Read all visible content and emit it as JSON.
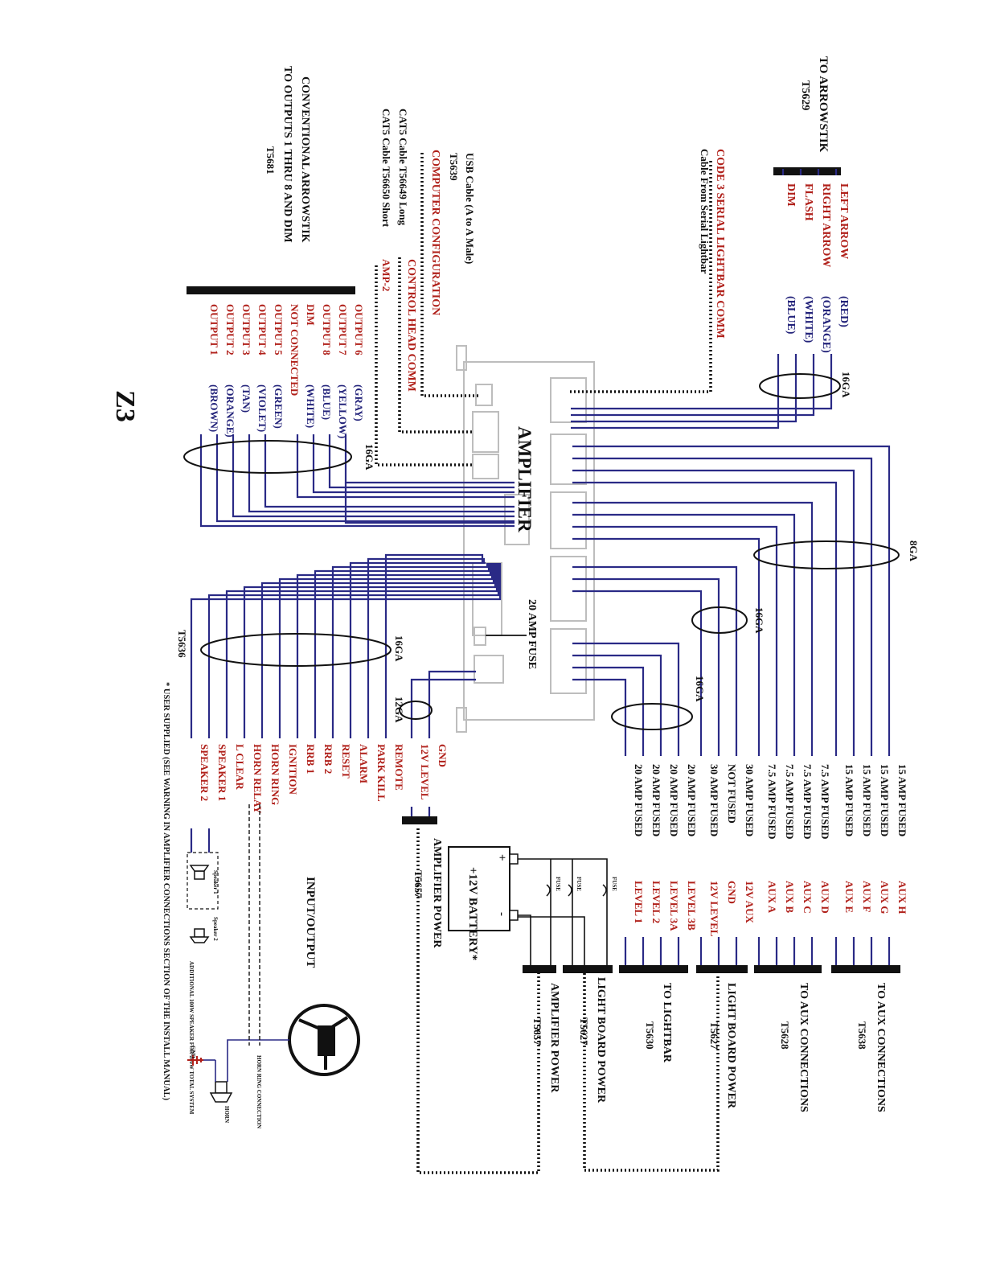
{
  "logo": {
    "text": "Z3"
  },
  "amplifier": {
    "label": "AMPLIFIER",
    "fuse_label": "20 AMP FUSE"
  },
  "gauges": {
    "g1": "16GA",
    "g2": "16GA",
    "g3": "8GA",
    "g4": "16GA",
    "g5": "16GA",
    "g6": "16GA",
    "g7": "12GA"
  },
  "arrowstik": {
    "title": "TO ARROWSTIK",
    "part": "T5629",
    "wires": [
      {
        "name": "LEFT ARROW",
        "color": "(RED)"
      },
      {
        "name": "RIGHT ARROW",
        "color": "(ORANGE)"
      },
      {
        "name": "FLASH",
        "color": "(WHITE)"
      },
      {
        "name": "DIM",
        "color": "(BLUE)"
      }
    ]
  },
  "serial": {
    "title": "CODE 3 SERIAL LIGHTBAR COMM",
    "sub": "Cable From Serial Lightbar"
  },
  "usb": {
    "title": "COMPUTER CONFIGURATION",
    "cable": "USB Cable (A to A Male)",
    "part": "T5639"
  },
  "control_head": {
    "title": "CONTROL HEAD COMM",
    "cable_long": "CAT5 Cable T56649 Long",
    "cable_short": "CAT5 Cable T56650 Short",
    "short_tag": "AMP-2"
  },
  "conventional": {
    "title": "CONVENTIONAL ARROWSTIK",
    "sub": "TO OUTPUTS 1 THRU 8 AND DIM",
    "part": "T5681",
    "wires": [
      {
        "name": "OUTPUT 6",
        "color": "(GRAY)"
      },
      {
        "name": "OUTPUT 7",
        "color": "(YELLOW)"
      },
      {
        "name": "OUTPUT 8",
        "color": "(BLUE)"
      },
      {
        "name": "DIM",
        "color": "(WHITE)"
      },
      {
        "name": "NOT CONNECTED",
        "color": ""
      },
      {
        "name": "OUTPUT 5",
        "color": "(GREEN)"
      },
      {
        "name": "OUTPUT 4",
        "color": "(VIOLET)"
      },
      {
        "name": "OUTPUT 3",
        "color": "(TAN)"
      },
      {
        "name": "OUTPUT 2",
        "color": "(ORANGE)"
      },
      {
        "name": "OUTPUT 1",
        "color": "(BROWN)"
      }
    ]
  },
  "aux_h": {
    "title": "TO AUX CONNECTIONS",
    "part": "T5638",
    "rows": [
      {
        "fuse": "15 AMP FUSED",
        "name": "AUX H"
      },
      {
        "fuse": "15 AMP FUSED",
        "name": "AUX G"
      },
      {
        "fuse": "15 AMP FUSED",
        "name": "AUX F"
      },
      {
        "fuse": "15 AMP FUSED",
        "name": "AUX E"
      }
    ]
  },
  "aux_d": {
    "title": "TO AUX CONNECTIONS",
    "part": "T5628",
    "rows": [
      {
        "fuse": "7.5 AMP FUSED",
        "name": "AUX D"
      },
      {
        "fuse": "7.5 AMP FUSED",
        "name": "AUX C"
      },
      {
        "fuse": "7.5 AMP FUSED",
        "name": "AUX B"
      },
      {
        "fuse": "7.5 AMP FUSED",
        "name": "AUX A"
      }
    ]
  },
  "light_board_1": {
    "title": "LIGHT BOARD POWER",
    "part": "T5627",
    "rows": [
      {
        "fuse": "30 AMP FUSED",
        "name": "12V AUX"
      },
      {
        "fuse": "NOT FUSED",
        "name": "GND"
      },
      {
        "fuse": "30 AMP FUSED",
        "name": "12V LEVEL"
      }
    ]
  },
  "lightbar": {
    "title": "TO LIGHTBAR",
    "part": "T5630",
    "rows": [
      {
        "fuse": "20 AMP FUSED",
        "name": "LEVEL 3B"
      },
      {
        "fuse": "20 AMP FUSED",
        "name": "LEVEL 3A"
      },
      {
        "fuse": "20 AMP FUSED",
        "name": "LEVEL 2"
      },
      {
        "fuse": "20 AMP FUSED",
        "name": "LEVEL 1"
      }
    ]
  },
  "light_board_2": {
    "title": "LIGHT BOARD POWER",
    "part": "T5627"
  },
  "amp_power_bottom": {
    "title": "AMPLIFIER POWER",
    "part": "T5657"
  },
  "battery": {
    "label": "+12V BATTERY*",
    "plus": "+",
    "minus": "-",
    "fuse": "FUSE"
  },
  "amp_power": {
    "title": "AMPLIFIER POWER",
    "part": "T5657",
    "wires": [
      "GND",
      "12V LEVEL"
    ]
  },
  "io": {
    "title": "INPUT/OUTPUT",
    "part": "T5636",
    "wires": [
      "REMOTE",
      "PARK KILL",
      "ALARM",
      "RESET",
      "RRB 2",
      "RRB 1",
      "IGNITION",
      "HORN RING",
      "HORN RELAY",
      "L CLEAR",
      "SPEAKER 1",
      "SPEAKER 2"
    ]
  },
  "speakers": {
    "s1": "Speaker 1",
    "s2": "Speaker 2",
    "note": "ADDITIONAL 100W SPEAKER FOR 200W TOTAL SYSTEM"
  },
  "horn": {
    "relay": "HORN",
    "connector": "HORN RING CONNECTION",
    "gnd": "GND"
  },
  "footnote": "* USER SUPPLIED (SEE WARNING IN AMPLIFIER CONNECTIONS SECTION OF THE INSTALL MANUAL)"
}
